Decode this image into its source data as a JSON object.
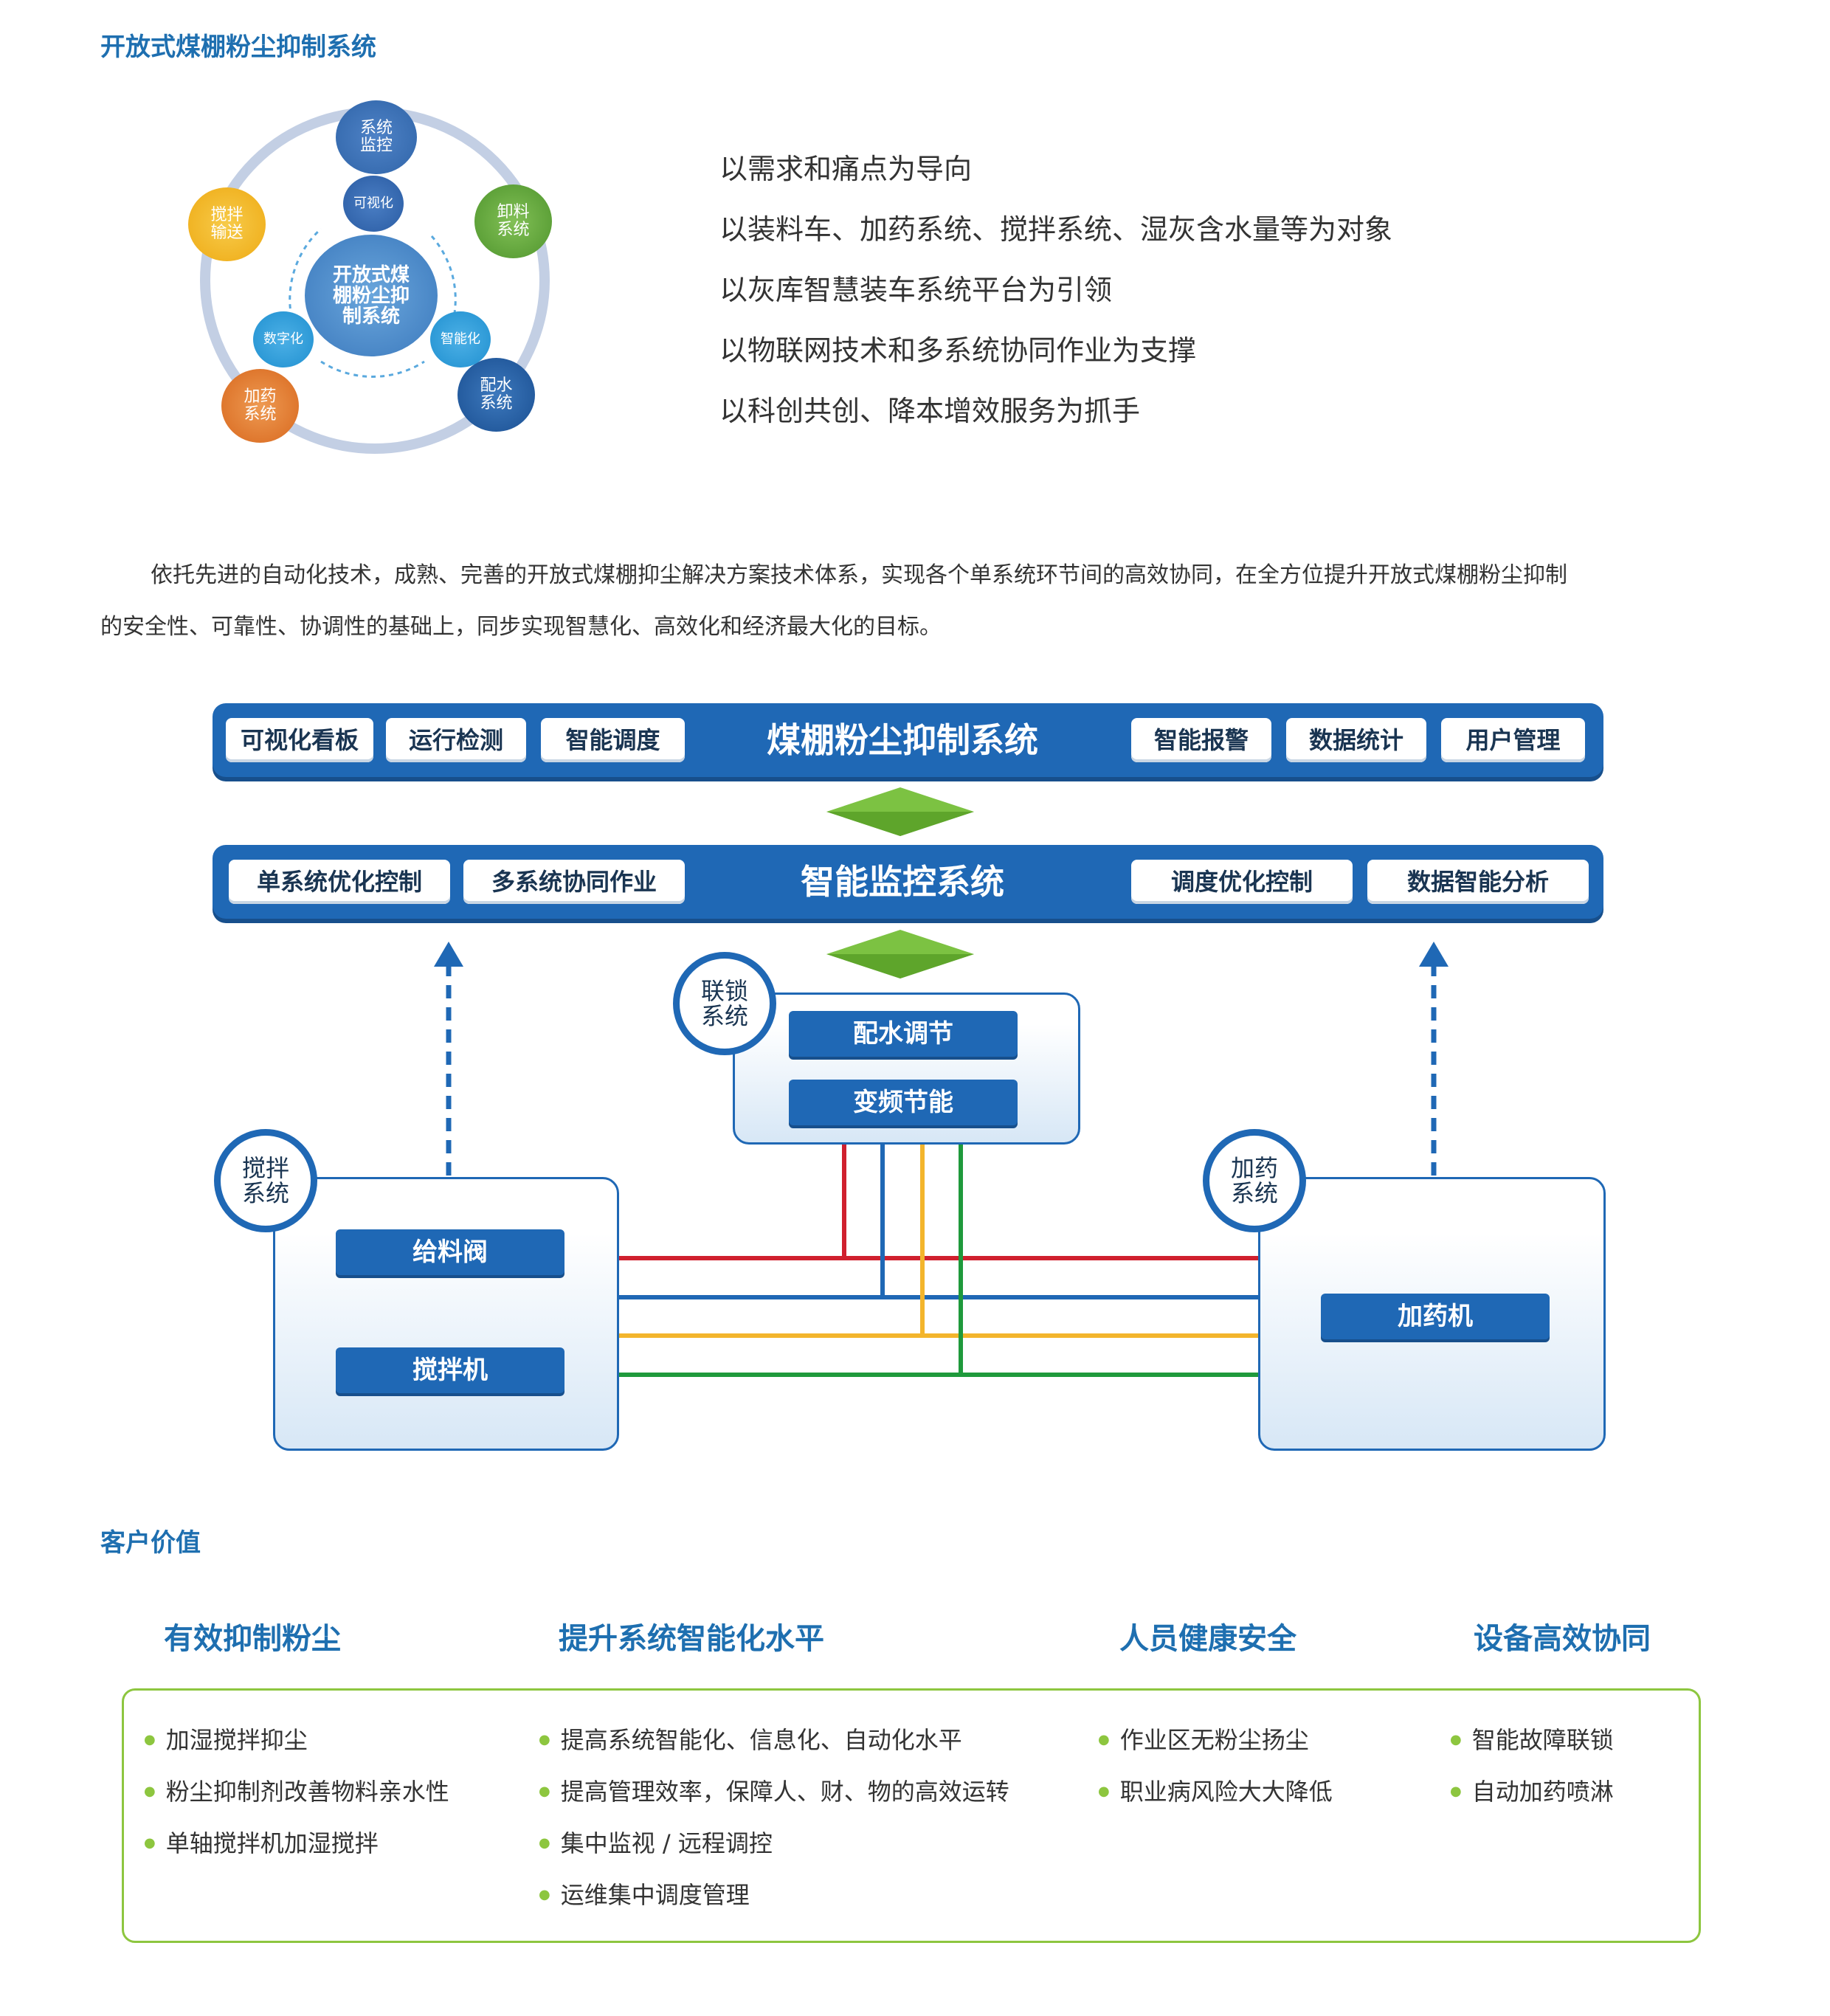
{
  "section_title": "开放式煤棚粉尘抑制系统",
  "cycle": {
    "center": "开放式煤棚粉尘抑制系统",
    "outer_nodes": {
      "top": "系统监控",
      "right_top": "卸料系统",
      "right_bottom": "配水系统",
      "left_bottom": "加药系统",
      "left_top": "搅拌输送"
    },
    "inner_nodes": {
      "top": "可视化",
      "right": "智能化",
      "left": "数字化"
    },
    "colors": {
      "top": "#2f64a8",
      "right_top": "#63a33c",
      "right_bottom": "#1f5ea8",
      "left_bottom": "#e0762a",
      "left_top": "#f2b41c"
    }
  },
  "principles": [
    "以需求和痛点为导向",
    "以装料车、加药系统、搅拌系统、湿灰含水量等为对象",
    "以灰库智慧装车系统平台为引领",
    "以物联网技术和多系统协同作业为支撑",
    "以科创共创、降本增效服务为抓手"
  ],
  "paragraph": {
    "line1": "依托先进的自动化技术，成熟、完善的开放式煤棚抑尘解决方案技术体系，实现各个单系统环节间的高效协同，在全方位提升开放式煤棚粉尘抑制",
    "line2": "的安全性、可靠性、协调性的基础上，同步实现智慧化、高效化和经济最大化的目标。"
  },
  "top_bar": {
    "title": "煤棚粉尘抑制系统",
    "left_items": [
      "可视化看板",
      "运行检测",
      "智能调度"
    ],
    "right_items": [
      "智能报警",
      "数据统计",
      "用户管理"
    ]
  },
  "mid_bar": {
    "title": "智能监控系统",
    "left_items": [
      "单系统优化控制",
      "多系统协同作业"
    ],
    "right_items": [
      "调度优化控制",
      "数据智能分析"
    ]
  },
  "interlock": {
    "label": "联锁系统",
    "buttons": [
      "配水调节",
      "变频节能"
    ]
  },
  "mixing": {
    "label": "搅拌系统",
    "buttons": [
      "给料阀",
      "搅拌机"
    ]
  },
  "dosing": {
    "label": "加药系统",
    "buttons": [
      "加药机"
    ]
  },
  "line_colors": [
    "#d0202e",
    "#1f68b5",
    "#f3b52c",
    "#1f9a3c"
  ],
  "customer_value": {
    "title": "客户价值",
    "columns": [
      {
        "heading": "有效抑制粉尘",
        "items": [
          "加湿搅拌抑尘",
          "粉尘抑制剂改善物料亲水性",
          "单轴搅拌机加湿搅拌"
        ]
      },
      {
        "heading": "提升系统智能化水平",
        "items": [
          "提高系统智能化、信息化、自动化水平",
          "提高管理效率，保障人、财、物的高效运转",
          "集中监视 / 远程调控",
          "运维集中调度管理"
        ]
      },
      {
        "heading": "人员健康安全",
        "items": [
          "作业区无粉尘扬尘",
          "职业病风险大大降低"
        ]
      },
      {
        "heading": "设备高效协同",
        "items": [
          "智能故障联锁",
          "自动加药喷淋"
        ]
      }
    ]
  }
}
